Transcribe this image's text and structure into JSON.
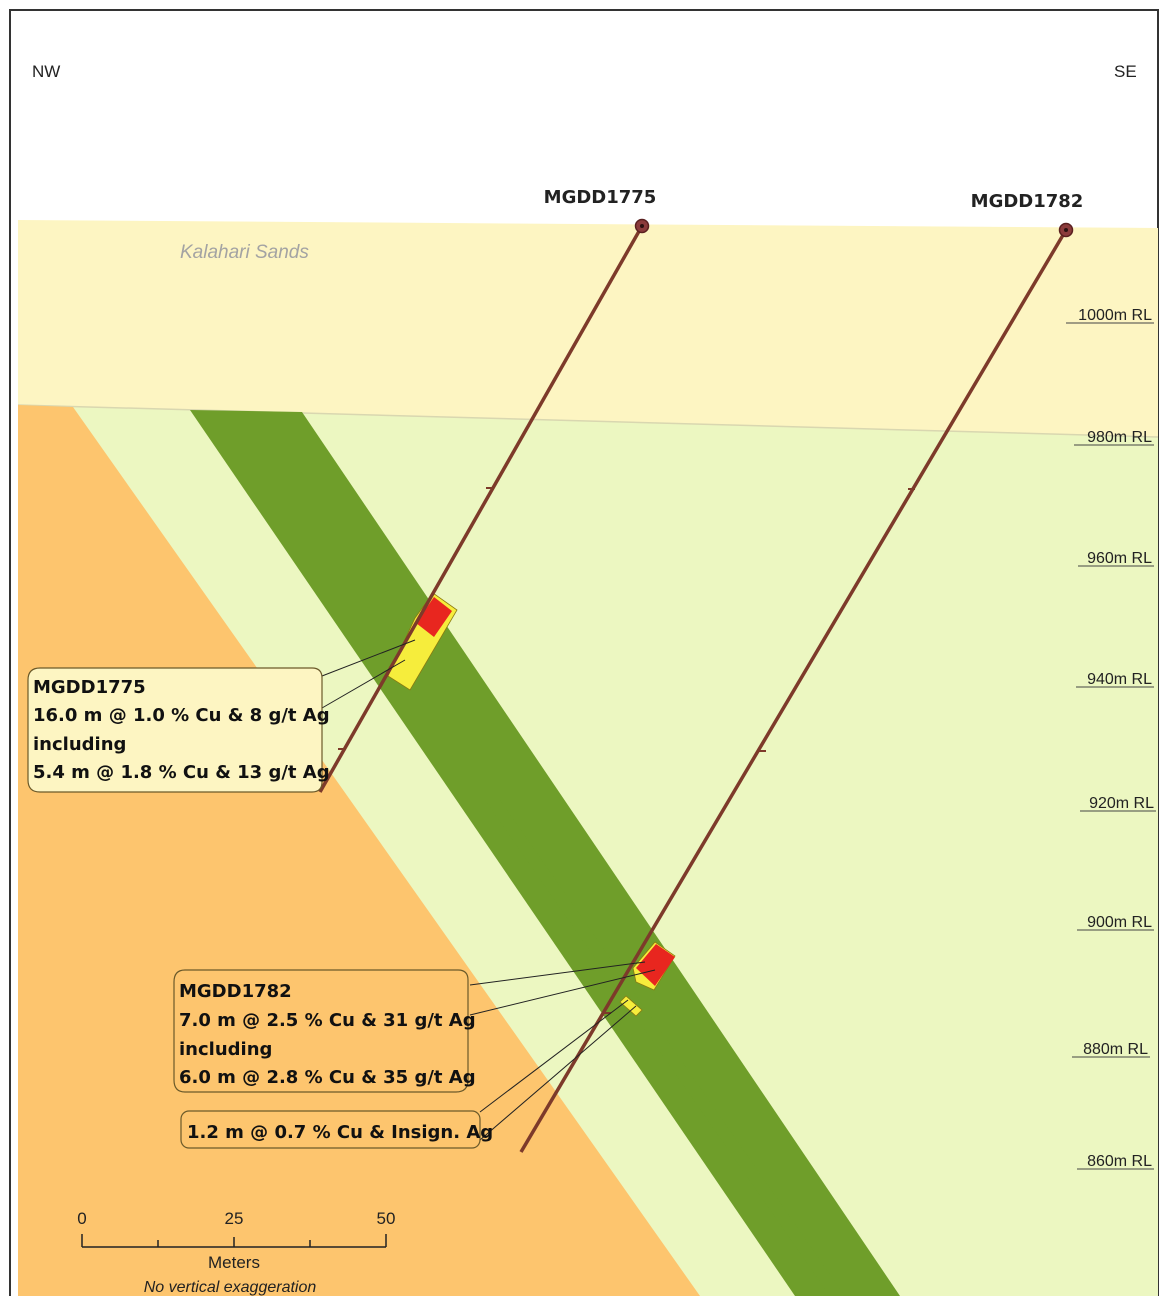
{
  "orientation": {
    "left": "NW",
    "right": "SE"
  },
  "units": {
    "kalahari": "Kalahari Sands"
  },
  "holes": [
    {
      "id": "MGDD1775"
    },
    {
      "id": "MGDD1782"
    }
  ],
  "rl_labels": [
    "1000m RL",
    "980m RL",
    "960m RL",
    "940m RL",
    "920m RL",
    "900m RL",
    "880m RL",
    "860m RL"
  ],
  "intercepts": [
    {
      "lines": [
        "MGDD1775",
        "16.0 m @ 1.0 % Cu & 8 g/t Ag",
        "including",
        "5.4 m @ 1.8 % Cu & 13 g/t Ag"
      ]
    },
    {
      "lines": [
        "MGDD1782",
        "7.0 m @ 2.5 % Cu & 31 g/t Ag",
        "including",
        "6.0 m @ 2.8 % Cu & 35 g/t Ag"
      ]
    },
    {
      "lines": [
        "1.2 m @ 0.7 % Cu & Insign. Ag"
      ]
    }
  ],
  "scale_bar": {
    "ticks": [
      "0",
      "25",
      "50"
    ],
    "unit": "Meters",
    "note": "No vertical exaggeration"
  },
  "colors": {
    "sand": "#fdf5c2",
    "host": "#ecf7c1",
    "footwall": "#fdc56e",
    "ore_zone": "#6f9e2a",
    "high_grade": "#e8261f",
    "low_grade": "#f6ed3c",
    "drillhole": "#7d3a2a"
  }
}
